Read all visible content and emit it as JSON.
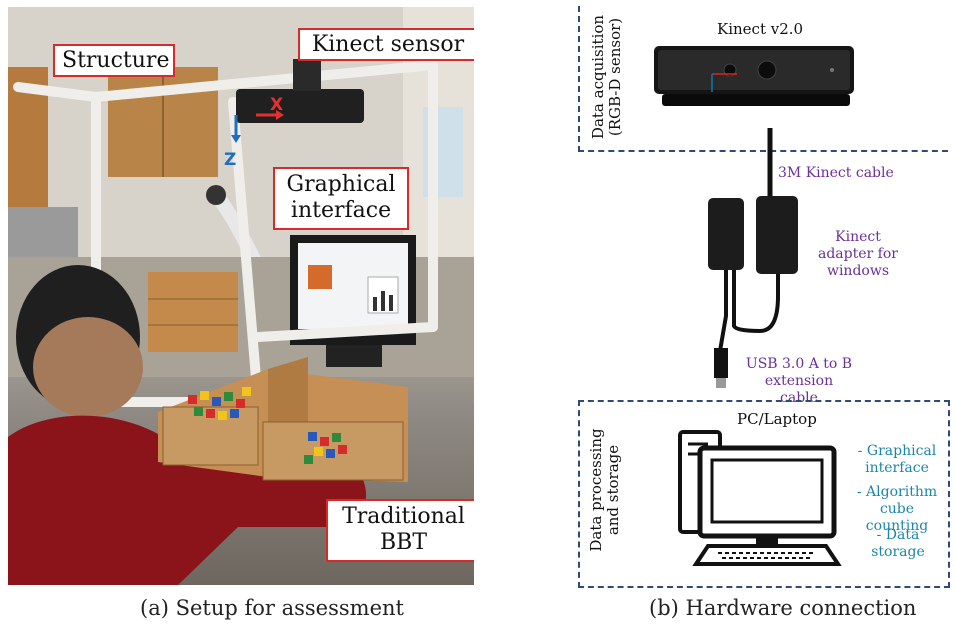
{
  "left_panel": {
    "labels": {
      "structure": "Structure",
      "kinect_sensor": "Kinect sensor",
      "graphical_interface": "Graphical interface",
      "traditional_bbt": "Traditional BBT"
    },
    "axis_x": "X",
    "axis_z": "Z",
    "caption": "(a)  Setup for assessment"
  },
  "right_panel": {
    "acquisition_label": "Data acquisition (RGB-D sensor)",
    "kinect_title": "Kinect v2.0",
    "cable_label": "3M Kinect cable",
    "adapter_label": "Kinect adapter for windows",
    "usb_label": "USB 3.0 A to B extension cable",
    "processing_label": "Data processing and storage",
    "pc_title": "PC/Laptop",
    "features": [
      "- Graphical interface",
      "- Algorithm cube counting",
      "- Data storage"
    ],
    "caption": "(b)  Hardware connection"
  },
  "colors": {
    "callout_border": "#d72a2a",
    "dash": "#2d4a7a",
    "purple": "#6b2f9a",
    "teal": "#1c86a8"
  }
}
